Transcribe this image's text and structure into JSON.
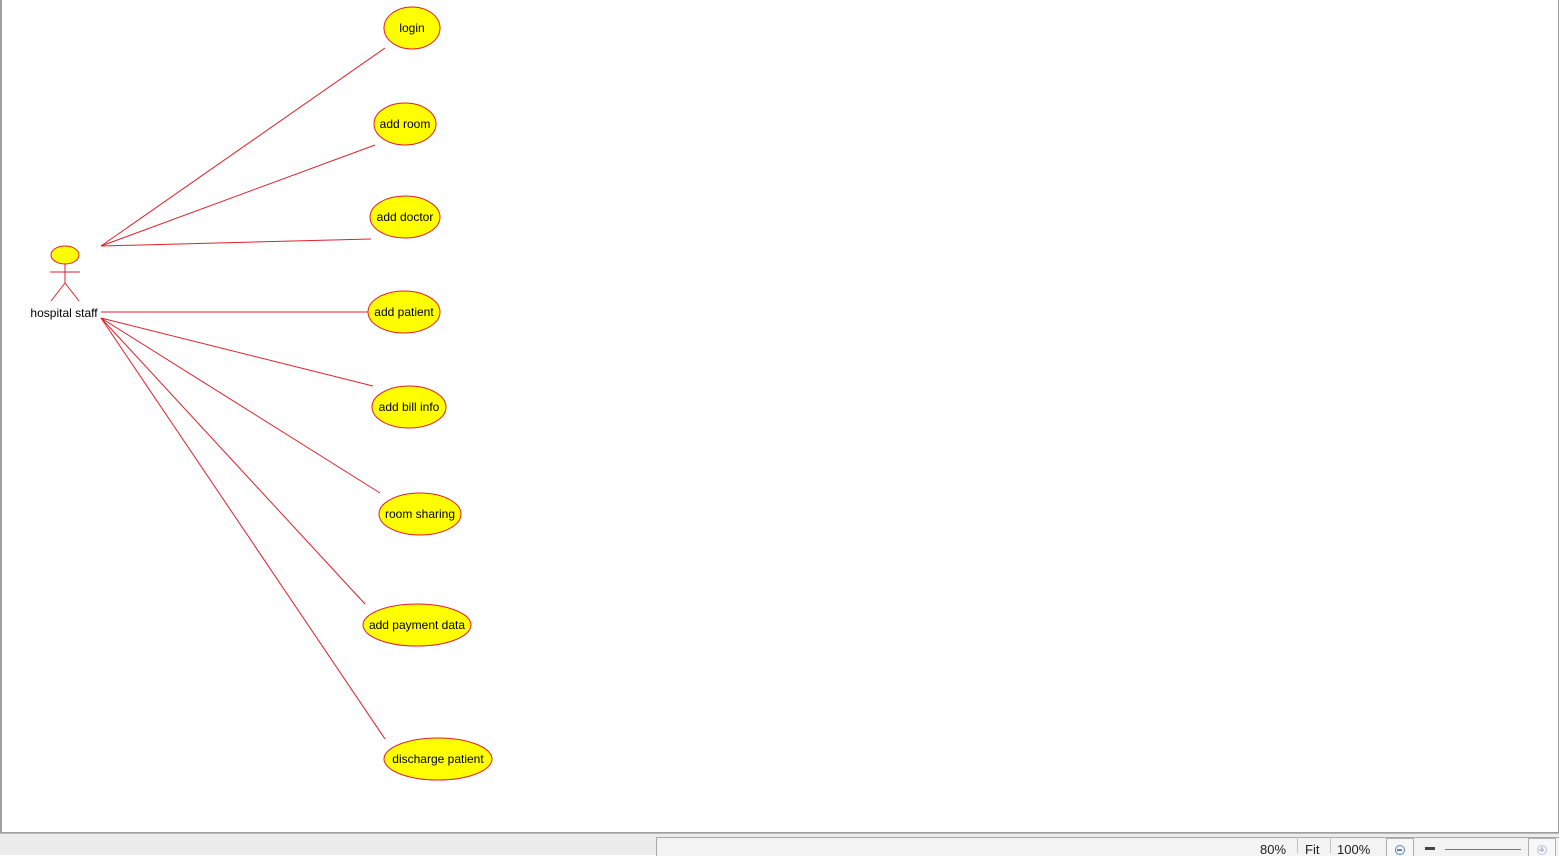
{
  "diagram": {
    "type": "use-case",
    "colors": {
      "fill": "#ffff00",
      "stroke": "#e0202a",
      "text": "#000000"
    },
    "actor": {
      "label": "hospital staff"
    },
    "use_cases": [
      {
        "id": "login",
        "label": "login"
      },
      {
        "id": "add-room",
        "label": "add room"
      },
      {
        "id": "add-doctor",
        "label": "add doctor"
      },
      {
        "id": "add-patient",
        "label": "add patient"
      },
      {
        "id": "add-bill-info",
        "label": "add bill info"
      },
      {
        "id": "room-sharing",
        "label": "room sharing"
      },
      {
        "id": "add-payment-data",
        "label": "add payment data"
      },
      {
        "id": "discharge-patient",
        "label": "discharge patient"
      }
    ]
  },
  "statusbar": {
    "zoom_level": "80%",
    "fit_label": "Fit",
    "zoom_100_label": "100%",
    "zoom_out_icon": "zoom-out-icon",
    "zoom_in_icon": "zoom-in-icon"
  }
}
